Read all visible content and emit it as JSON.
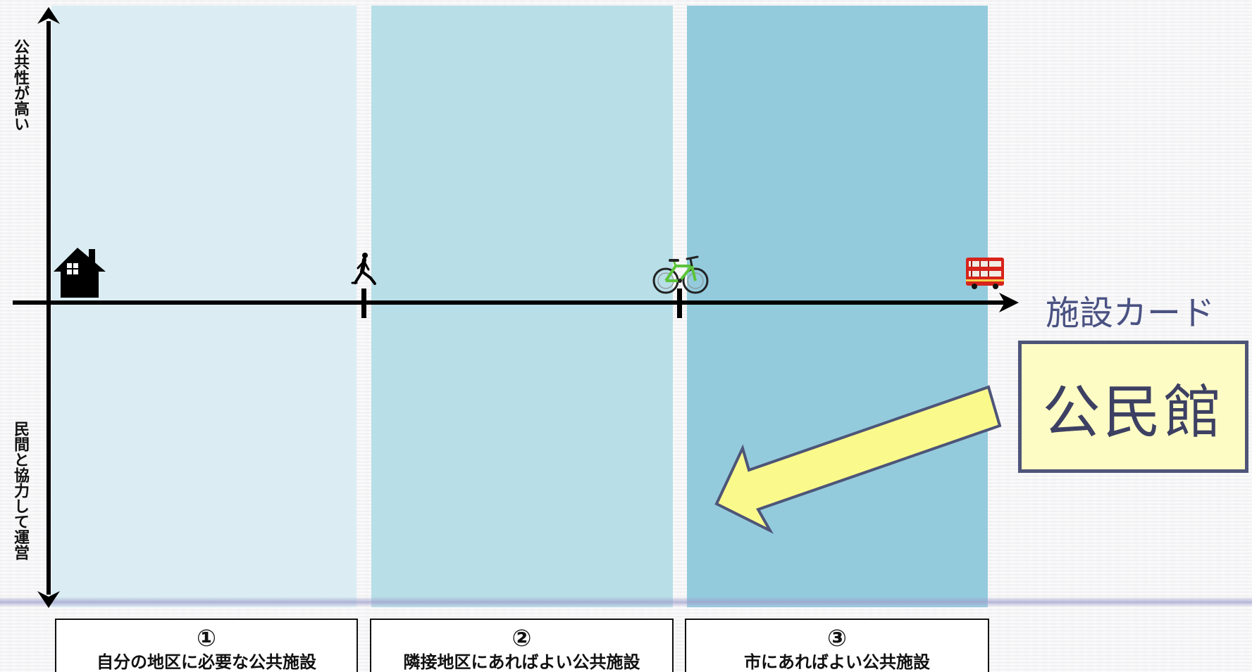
{
  "axis": {
    "vertical_top_label": "公共性が高い",
    "vertical_bottom_label": "民間と協力して運営",
    "horizontal_label": "施設カード"
  },
  "card": {
    "text": "公民館"
  },
  "categories": [
    {
      "number": "①",
      "label": "自分の地区に必要な公共施設"
    },
    {
      "number": "②",
      "label": "隣接地区にあればよい公共施設"
    },
    {
      "number": "③",
      "label": "市にあればよい公共施設"
    }
  ],
  "icons": [
    "house-icon",
    "walking-person-icon",
    "bicycle-icon",
    "bus-icon"
  ],
  "colors": {
    "zone1": "#dbedf3",
    "zone2": "#b8dee7",
    "zone3": "#93cbdd",
    "card_fill": "#fdfcc4",
    "card_border": "#4e5578",
    "arrow_fill": "#fafa8c",
    "bus_red": "#d7231a",
    "bike_green": "#5cc43a"
  }
}
